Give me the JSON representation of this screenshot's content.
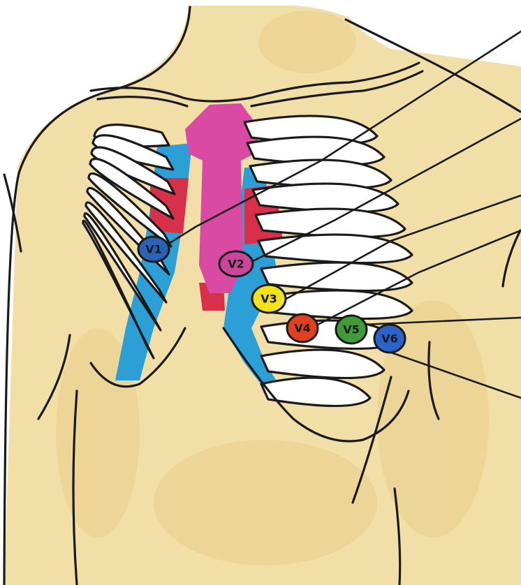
{
  "colors": {
    "skin": "#f2dfa8",
    "skin_dark": "#e9cf8a",
    "sternum": "#d94aa3",
    "cartilage": "#2c9fd6",
    "lung_red": "#d9304a",
    "outline": "#1a1a1a"
  },
  "electrodes": [
    {
      "id": "v1",
      "label": "V1",
      "color": "#2a63b5"
    },
    {
      "id": "v2",
      "label": "V2",
      "color": "#c9479a"
    },
    {
      "id": "v3",
      "label": "V3",
      "color": "#f2e21b"
    },
    {
      "id": "v4",
      "label": "V4",
      "color": "#e0401f"
    },
    {
      "id": "v5",
      "label": "V5",
      "color": "#3f9a3a"
    },
    {
      "id": "v6",
      "label": "V6",
      "color": "#2a63c9"
    }
  ]
}
